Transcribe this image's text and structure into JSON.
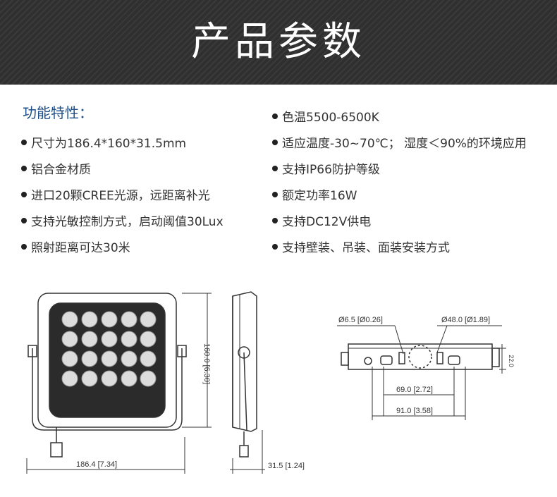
{
  "banner": {
    "title": "产品参数"
  },
  "section": {
    "heading": "功能特性："
  },
  "features_left": [
    "尺寸为186.4*160*31.5mm",
    "铝合金材质",
    "进口20颗CREE光源，远距离补光",
    "支持光敏控制方式，启动阈值30Lux",
    "照射距离可达30米"
  ],
  "features_right": [
    "色温5500-6500K",
    "适应温度-30~70℃； 湿度＜90%的环境应用",
    "支持IP66防护等级",
    "额定功率16W",
    "支持DC12V供电",
    "支持壁装、吊装、面装安装方式"
  ],
  "drawing": {
    "front_width": "186.4 [7.34]",
    "front_height": "160.0 [6.30]",
    "side_depth": "31.5 [1.24]",
    "hole_dia": "Ø6.5 [Ø0.26]",
    "ring_dia": "Ø48.0 [Ø1.89]",
    "spacing_inner": "69.0 [2.72]",
    "spacing_outer": "91.0 [3.58]",
    "small_dim": "22.0"
  }
}
